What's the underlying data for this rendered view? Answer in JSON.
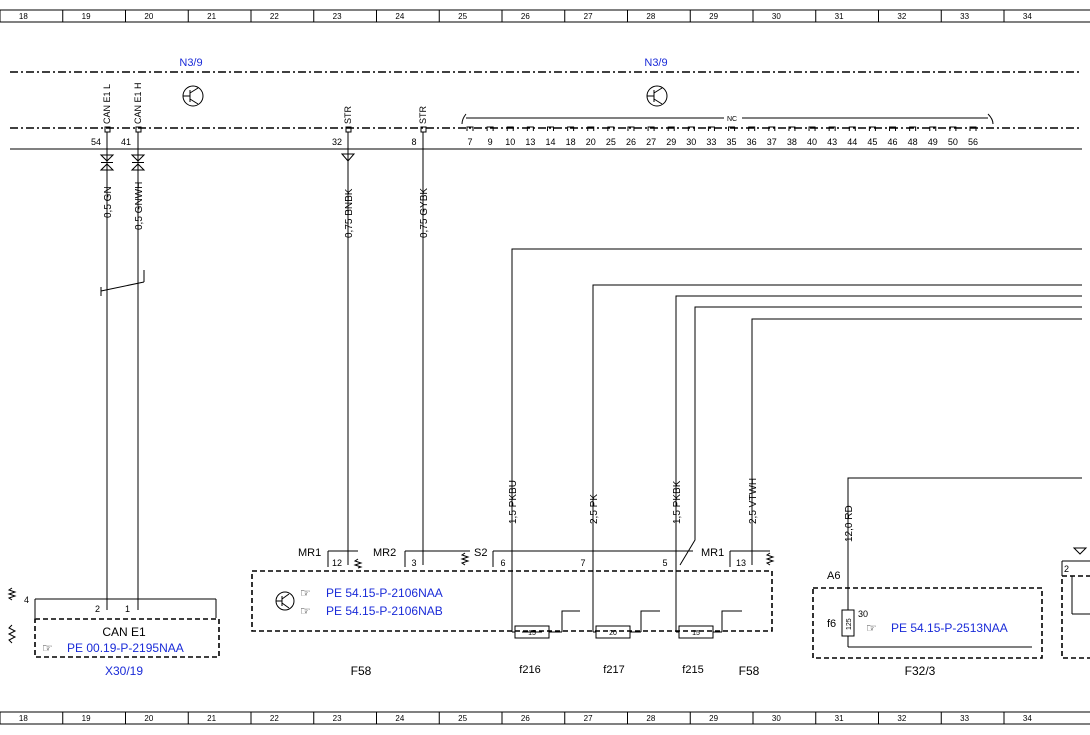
{
  "grid": {
    "columns": [
      "18",
      "19",
      "20",
      "21",
      "22",
      "23",
      "24",
      "25",
      "26",
      "27",
      "28",
      "29",
      "30",
      "31",
      "32",
      "33",
      "34"
    ]
  },
  "components": {
    "n3_9_left": "N3/9",
    "n3_9_right": "N3/9",
    "x30_19": "X30/19",
    "f58_left": "F58",
    "f58_right": "F58",
    "f32_3": "F32/3",
    "can_e1": "CAN E1"
  },
  "references": {
    "x30_19_ref": "PE 00.19-P-2195NAA",
    "f58_ref_1": "PE 54.15-P-2106NAA",
    "f58_ref_2": "PE 54.15-P-2106NAB",
    "f32_ref": "PE 54.15-P-2513NAA"
  },
  "pins": {
    "can_l": "CAN E1 L",
    "can_h": "CAN E1 H",
    "str_a": "STR",
    "str_b": "STR",
    "nc": "NC",
    "p54": "54",
    "p41": "41",
    "p32": "32",
    "p8": "8",
    "nc_pins": [
      "7",
      "9",
      "10",
      "13",
      "14",
      "18",
      "20",
      "25",
      "26",
      "27",
      "29",
      "30",
      "33",
      "35",
      "36",
      "37",
      "38",
      "40",
      "43",
      "44",
      "45",
      "46",
      "48",
      "49",
      "50",
      "56"
    ],
    "x30_4": "4",
    "x30_2": "2",
    "x30_1": "1",
    "mr1_12": "12",
    "mr2_3": "3",
    "s2_6": "6",
    "s2_7": "7",
    "s2_5": "5",
    "mr1_13": "13",
    "a6": "A6",
    "f6_30": "30",
    "edge_2": "2"
  },
  "wires": {
    "gn": "0,5 GN",
    "gnwh": "0,5 GNWH",
    "bnbk": "0,75 BNBK",
    "gybk": "0,75 GYBK",
    "pkbu": "1,5 PKBU",
    "pk": "2,5 PK",
    "pkbk": "1,5 PKBK",
    "vtwh": "2,5 VTWH",
    "rd": "12,0 RD"
  },
  "bus_labels": {
    "mr1_a": "MR1",
    "mr2": "MR2",
    "s2": "S2",
    "mr1_b": "MR1"
  },
  "fuses": {
    "f216": "f216",
    "f217": "f217",
    "f215": "f215",
    "f6": "f6",
    "f216_rating": "15",
    "f217_rating": "20",
    "f215_rating": "15",
    "f6_rating": "125"
  }
}
